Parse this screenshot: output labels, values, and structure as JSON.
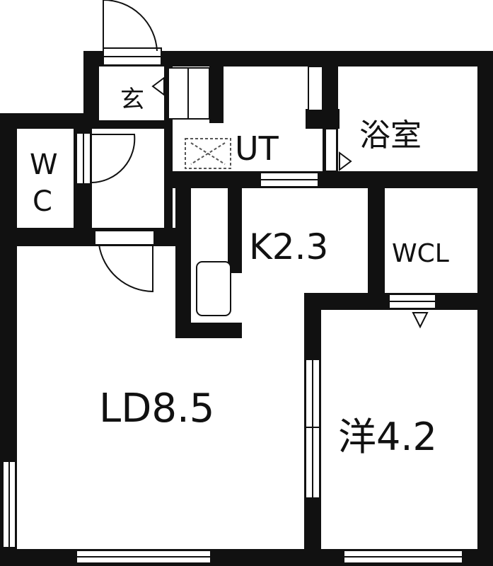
{
  "rooms": {
    "genkan": "玄",
    "ut": "UT",
    "bath": "浴室",
    "wc_w": "W",
    "wc_c": "C",
    "kitchen": "K2.3",
    "wcl": "WCL",
    "ld": "LD8.5",
    "western": "洋4.2"
  },
  "colors": {
    "wall": "#111111",
    "background": "#ffffff",
    "washer": "#555555"
  }
}
